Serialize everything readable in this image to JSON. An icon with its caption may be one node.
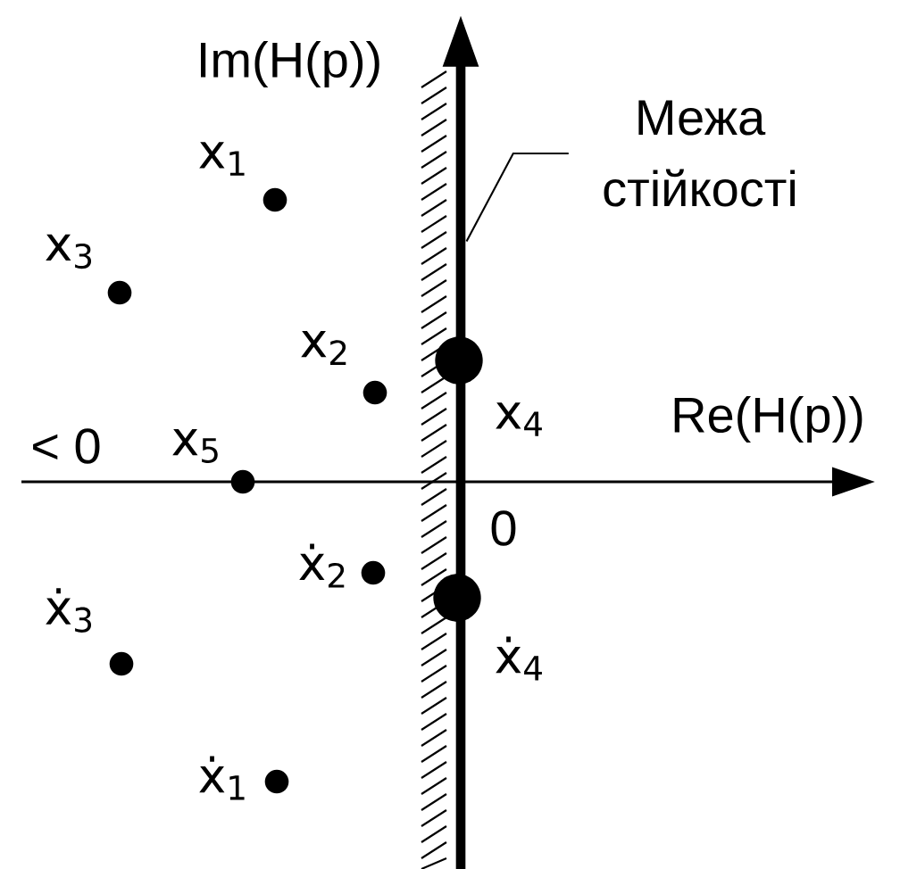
{
  "diagram": {
    "nodes": [
      {
        "text": [
          "Межа стійкості"
        ]
      },
      {
        "text": [],
        "shape": "bar"
      }
    ],
    "edges": [
      {
        "from": 0,
        "to": 1,
        "arrow": "none"
      }
    ],
    "labels": [
      "Im(H(p))",
      "x$_{1}$",
      "x$_{3}$",
      "x$_{2}$",
      "x$_{4}$",
      "Re(H(p))",
      "< 0",
      "x$_{5}$",
      "0",
      "ẋ$_{2}$",
      "ẋ$_{3}$",
      "ẋ$_{4}$",
      "ẋ$_{1}$"
    ]
  }
}
